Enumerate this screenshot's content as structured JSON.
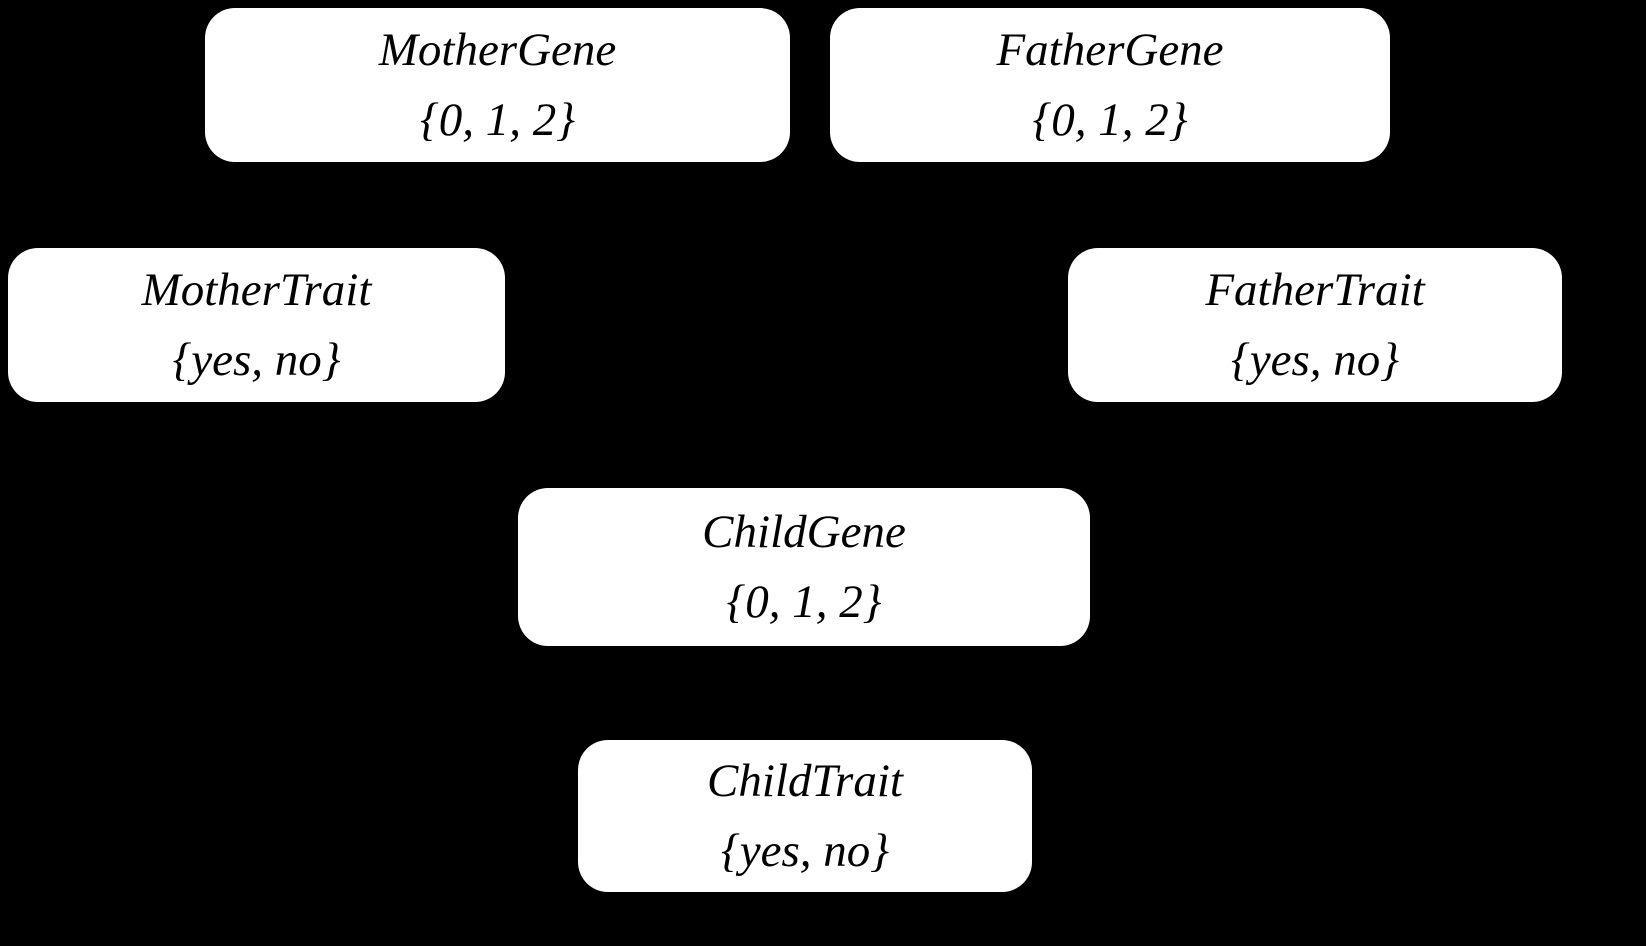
{
  "diagram": {
    "type": "bayesian-network",
    "background_color": "#000000",
    "node_fill_color": "#ffffff",
    "node_text_color": "#000000",
    "nodes": {
      "mother_gene": {
        "label": "MotherGene",
        "domain": "{0, 1, 2}"
      },
      "father_gene": {
        "label": "FatherGene",
        "domain": "{0, 1, 2}"
      },
      "mother_trait": {
        "label": "MotherTrait",
        "domain": "{yes, no}"
      },
      "father_trait": {
        "label": "FatherTrait",
        "domain": "{yes, no}"
      },
      "child_gene": {
        "label": "ChildGene",
        "domain": "{0, 1, 2}"
      },
      "child_trait": {
        "label": "ChildTrait",
        "domain": "{yes, no}"
      }
    }
  }
}
